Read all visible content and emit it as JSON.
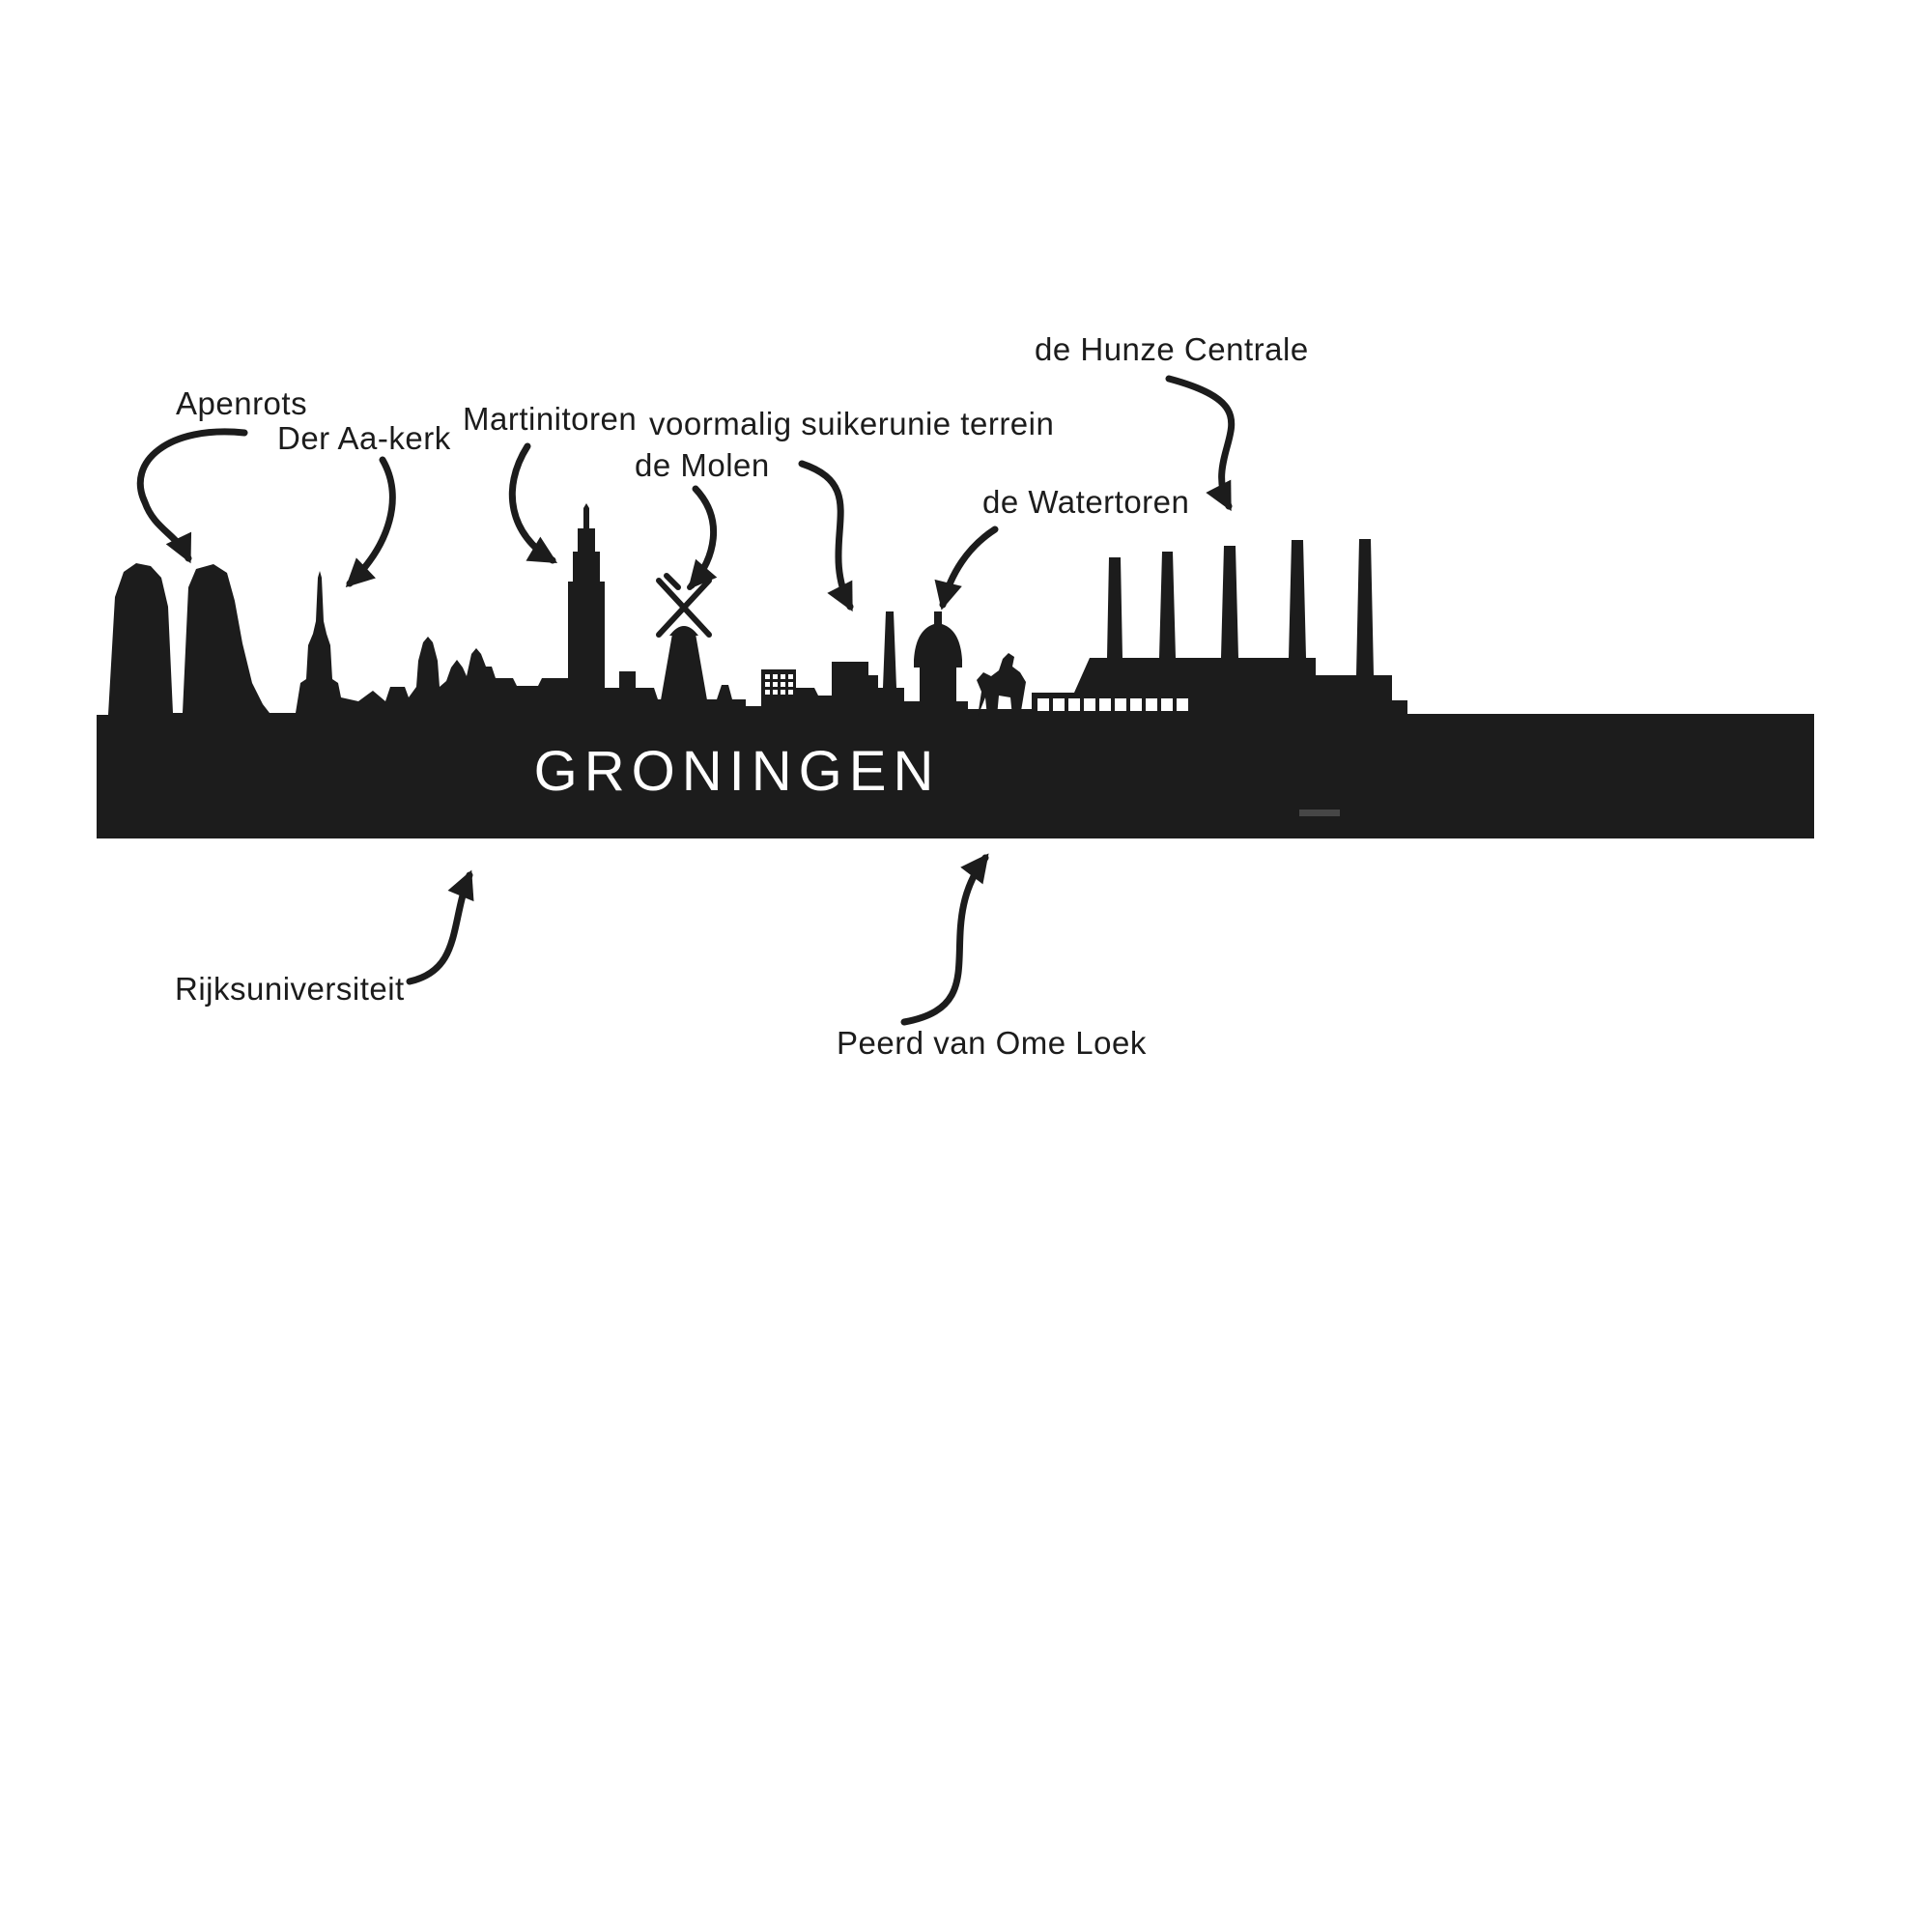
{
  "page": {
    "background": "#ffffff",
    "ink_color": "#1c1c1c"
  },
  "skyline": {
    "city_label": "GRONINGEN",
    "city_label_color": "#ffffff",
    "silhouette_color": "#1c1c1c"
  },
  "labels": [
    {
      "id": "apenrots",
      "text": "Apenrots"
    },
    {
      "id": "der-aa-kerk",
      "text": "Der Aa-kerk"
    },
    {
      "id": "martinitoren",
      "text": "Martinitoren"
    },
    {
      "id": "voormalig-suikerunie-terrein",
      "text": "voormalig suikerunie terrein"
    },
    {
      "id": "de-molen",
      "text": "de Molen"
    },
    {
      "id": "de-watertoren",
      "text": "de Watertoren"
    },
    {
      "id": "de-hunze-centrale",
      "text": "de Hunze Centrale"
    },
    {
      "id": "rijksuniversiteit",
      "text": "Rijksuniversiteit"
    },
    {
      "id": "peerd-van-ome-loek",
      "text": "Peerd van Ome Loek"
    }
  ]
}
